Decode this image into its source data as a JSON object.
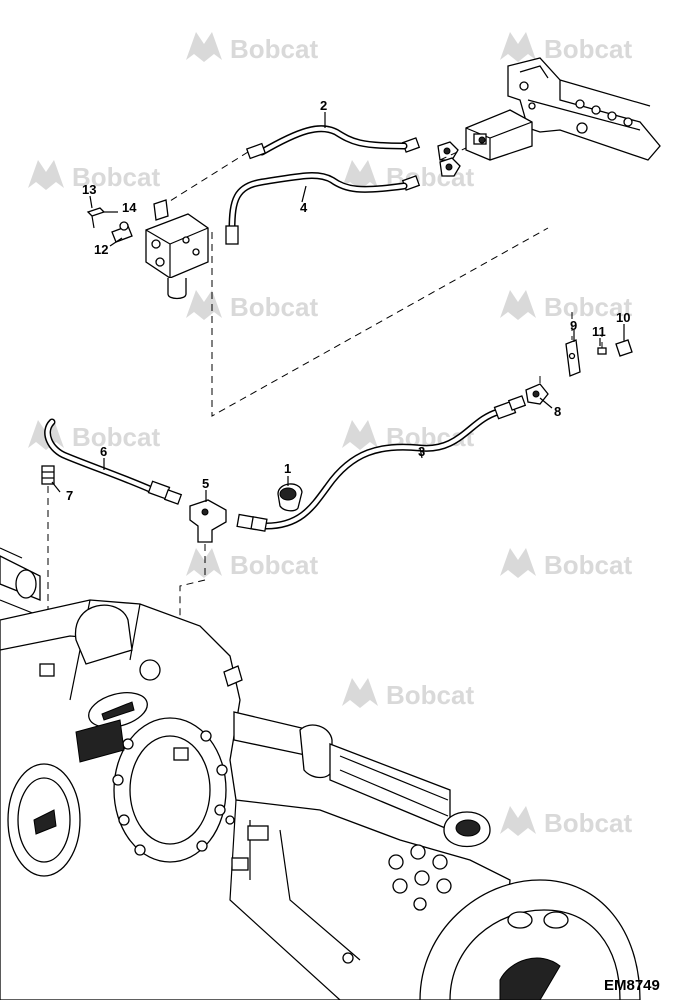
{
  "watermark": {
    "brand": "Bobcat",
    "color": "#d9d9d9"
  },
  "drawing_code": "EM8749",
  "callouts": [
    {
      "id": "callout-1",
      "label": "1"
    },
    {
      "id": "callout-2",
      "label": "2"
    },
    {
      "id": "callout-3",
      "label": "3"
    },
    {
      "id": "callout-4",
      "label": "4"
    },
    {
      "id": "callout-5",
      "label": "5"
    },
    {
      "id": "callout-6",
      "label": "6"
    },
    {
      "id": "callout-7",
      "label": "7"
    },
    {
      "id": "callout-8",
      "label": "8"
    },
    {
      "id": "callout-9",
      "label": "9"
    },
    {
      "id": "callout-10",
      "label": "10"
    },
    {
      "id": "callout-11",
      "label": "11"
    },
    {
      "id": "callout-12",
      "label": "12"
    },
    {
      "id": "callout-13",
      "label": "13"
    },
    {
      "id": "callout-14",
      "label": "14"
    }
  ]
}
